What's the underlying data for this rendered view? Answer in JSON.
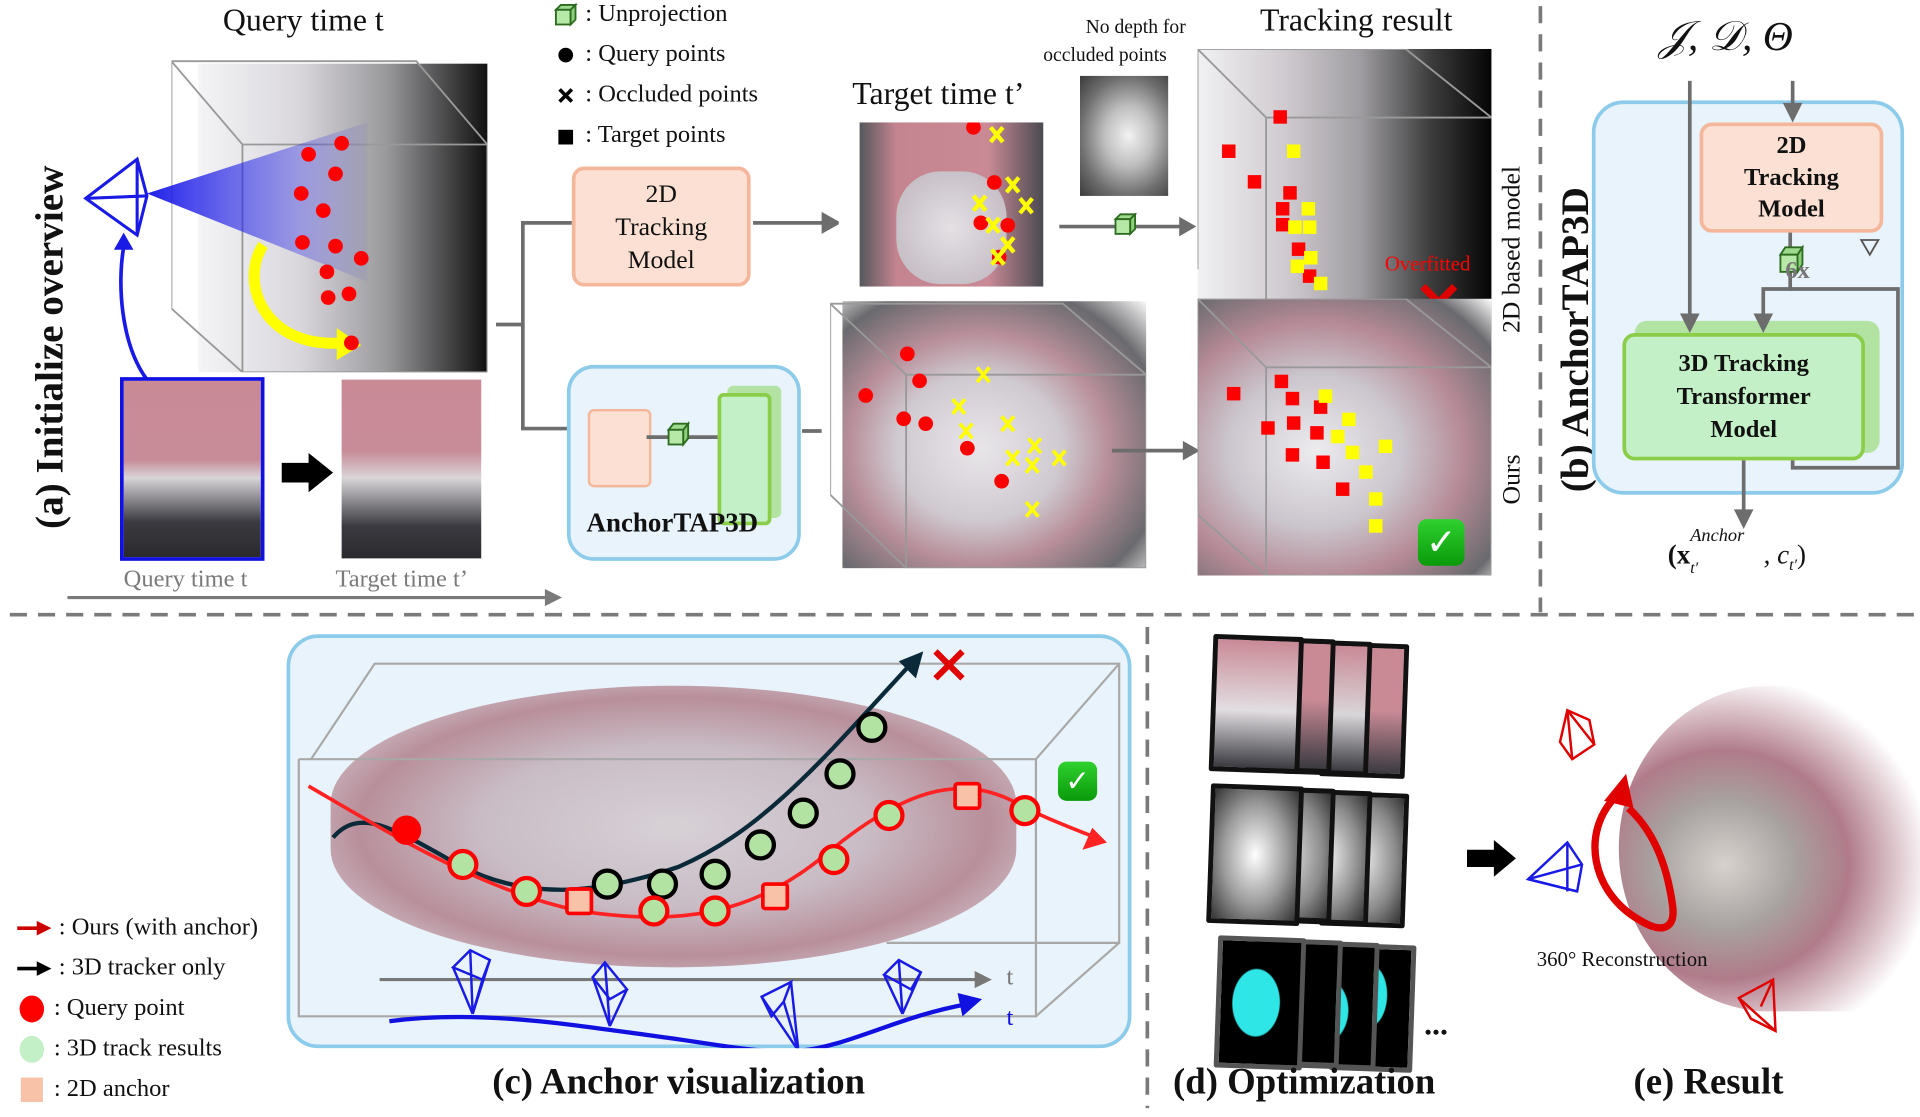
{
  "figure": {
    "panel_a": {
      "side_label": "(a) Initialize overview",
      "query_time_title": "Query time t",
      "target_time_title": "Target time t’",
      "tracking_result_title": "Tracking result",
      "no_depth_note_line1": "No depth for",
      "no_depth_note_line2": "occluded points",
      "overfitted_label": "Overfitted",
      "row_label_2d": "2D based model",
      "row_label_ours": "Ours",
      "box_2d_tracking": [
        "2D",
        "Tracking",
        "Model"
      ],
      "anchortap3d_label": "AnchorTAP3D",
      "timeline_query_label": "Query time t",
      "timeline_target_label": "Target time t’",
      "legend": [
        {
          "icon": "cube-icon",
          "label": ": Unprojection"
        },
        {
          "icon": "circle-icon",
          "label": ": Query points"
        },
        {
          "icon": "cross-icon",
          "label": ": Occluded points"
        },
        {
          "icon": "square-icon",
          "label": ": Target points"
        }
      ]
    },
    "panel_b": {
      "side_label": "(b) AnchorTAP3D",
      "inputs": "𝒥, 𝒟, Θ",
      "box_2d": [
        "2D",
        "Tracking",
        "Model"
      ],
      "box_3d": [
        "3D Tracking",
        "Transformer",
        "Model"
      ],
      "repeat_label": "6x",
      "output_base": "(x",
      "output_sub": "t′",
      "output_sup": "Anchor",
      "output_tail": ", c",
      "output_tail_sub": "t′",
      "output_close": ")"
    },
    "panel_c": {
      "caption": "(c) Anchor visualization",
      "axis_label_gray": "t",
      "axis_label_blue": "t",
      "legend": [
        {
          "icon": "red-arrow-icon",
          "label": ": Ours (with anchor)"
        },
        {
          "icon": "black-arrow-icon",
          "label": ": 3D tracker only"
        },
        {
          "icon": "red-dot-icon",
          "label": ": Query point"
        },
        {
          "icon": "green-dot-icon",
          "label": ": 3D track results"
        },
        {
          "icon": "peach-square-icon",
          "label": ": 2D anchor"
        }
      ]
    },
    "panel_d": {
      "caption": "(d) Optimization",
      "ellipsis": "..."
    },
    "panel_e": {
      "caption": "(e) Result",
      "reconstruction_label": "360° Reconstruction"
    }
  },
  "colors": {
    "query_red": "#ff0000",
    "occluded_yellow": "#ffff00",
    "anchor_peach": "#f7c2a8",
    "track_green": "#b2e3a3",
    "panel_blue_border": "#8ccbea",
    "panel_blue_fill": "#e8f3fb",
    "camera_blue": "#1010e0",
    "mask_cyan": "#2ee6e6",
    "arrow_gray": "#6d6d6d"
  }
}
